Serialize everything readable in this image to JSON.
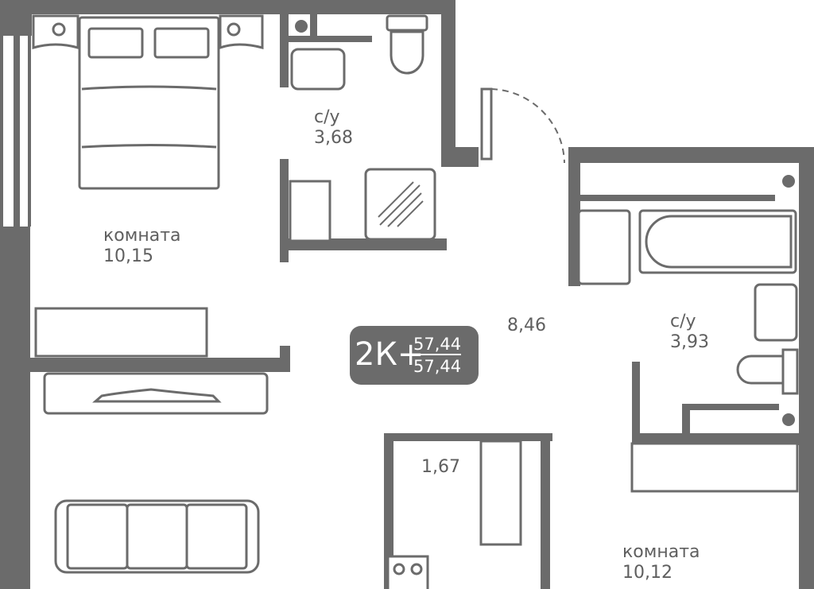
{
  "colors": {
    "wall": "#6b6b6b",
    "background": "#ffffff",
    "text": "#5f5f5f"
  },
  "badge": {
    "type": "2К+",
    "area_total": "57,44",
    "area_living": "57,44"
  },
  "rooms": [
    {
      "name": "комната",
      "area": "10,15"
    },
    {
      "name": "с/у",
      "area": "3,68"
    },
    {
      "name": "",
      "area": "8,46"
    },
    {
      "name": "с/у",
      "area": "3,93"
    },
    {
      "name": "",
      "area": "1,67"
    },
    {
      "name": "комната",
      "area": "10,12"
    }
  ]
}
